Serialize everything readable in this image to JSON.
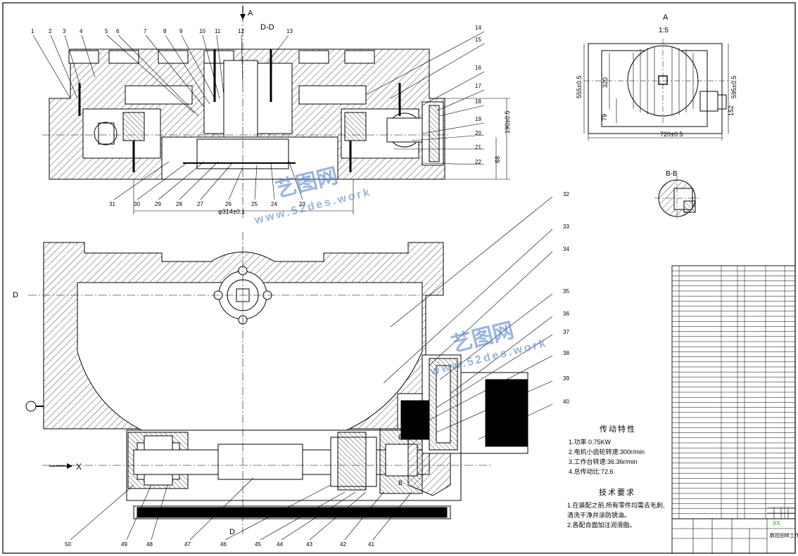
{
  "section_labels": {
    "section_dd": "D-D",
    "view_a": "A",
    "view_a_scale": "1:5",
    "section_bb": "B-B",
    "arrow_a_top": "A",
    "cut_d_left": "D",
    "cut_d_bottom": "D",
    "cut_b_top": "B",
    "cut_b_bottom": "B",
    "x_mark": "X"
  },
  "dimensions": {
    "dia_314": "φ314±0.1",
    "h_190": "190±0.5",
    "h_68": "68",
    "w_720": "720±0.5",
    "h_555": "555±0.5",
    "h_595": "595±0.5",
    "h_320": "320",
    "h_79": "79",
    "h_152": "152"
  },
  "part_numbers_top": [
    "1",
    "2",
    "3",
    "4",
    "5",
    "6",
    "7",
    "8",
    "9",
    "10",
    "11",
    "12",
    "13"
  ],
  "part_numbers_right_top": [
    "14",
    "15",
    "16",
    "17",
    "18",
    "19",
    "20",
    "21",
    "22"
  ],
  "part_numbers_bottom_top": [
    "31",
    "30",
    "29",
    "28",
    "27",
    "26",
    "25",
    "24",
    "23"
  ],
  "part_numbers_right": [
    "32",
    "33",
    "34",
    "35",
    "36",
    "37",
    "38",
    "39",
    "40"
  ],
  "part_numbers_bottom": [
    "50",
    "49",
    "48",
    "47",
    "46",
    "45",
    "44",
    "43",
    "42",
    "41"
  ],
  "transmission": {
    "title": "传动特性",
    "lines": [
      "1.功率 0.75KW",
      "2.电机小齿轮转速:300r/min",
      "3.工作台转速:36.36r/min",
      "4.总传动比:72.6"
    ]
  },
  "requirements": {
    "title": "技术要求",
    "lines": [
      "1.在装配之前,所有零件均需去毛刺,清洗干净并涂防锈油。",
      "2.各配合面加注润滑脂。"
    ]
  },
  "title_block": {
    "code": "XX",
    "name": "数控回转工作台"
  },
  "watermark": {
    "brand": "艺图网",
    "url": "www.52des.work"
  }
}
